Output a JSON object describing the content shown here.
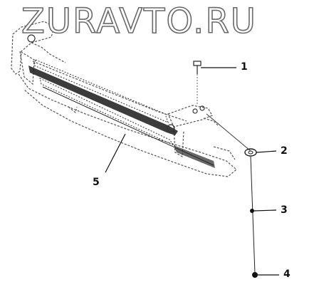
{
  "watermark": {
    "text": "ZURAVTO.RU"
  },
  "corner_mark": "",
  "callouts": [
    {
      "id": "1",
      "label": "1"
    },
    {
      "id": "2",
      "label": "2"
    },
    {
      "id": "3",
      "label": "3"
    },
    {
      "id": "4",
      "label": "4"
    },
    {
      "id": "5",
      "label": "5"
    }
  ],
  "colors": {
    "line": "#222222",
    "dashed": "#555555",
    "fill": "#1a1a1a",
    "watermark_stroke": "#6a6a6a"
  }
}
